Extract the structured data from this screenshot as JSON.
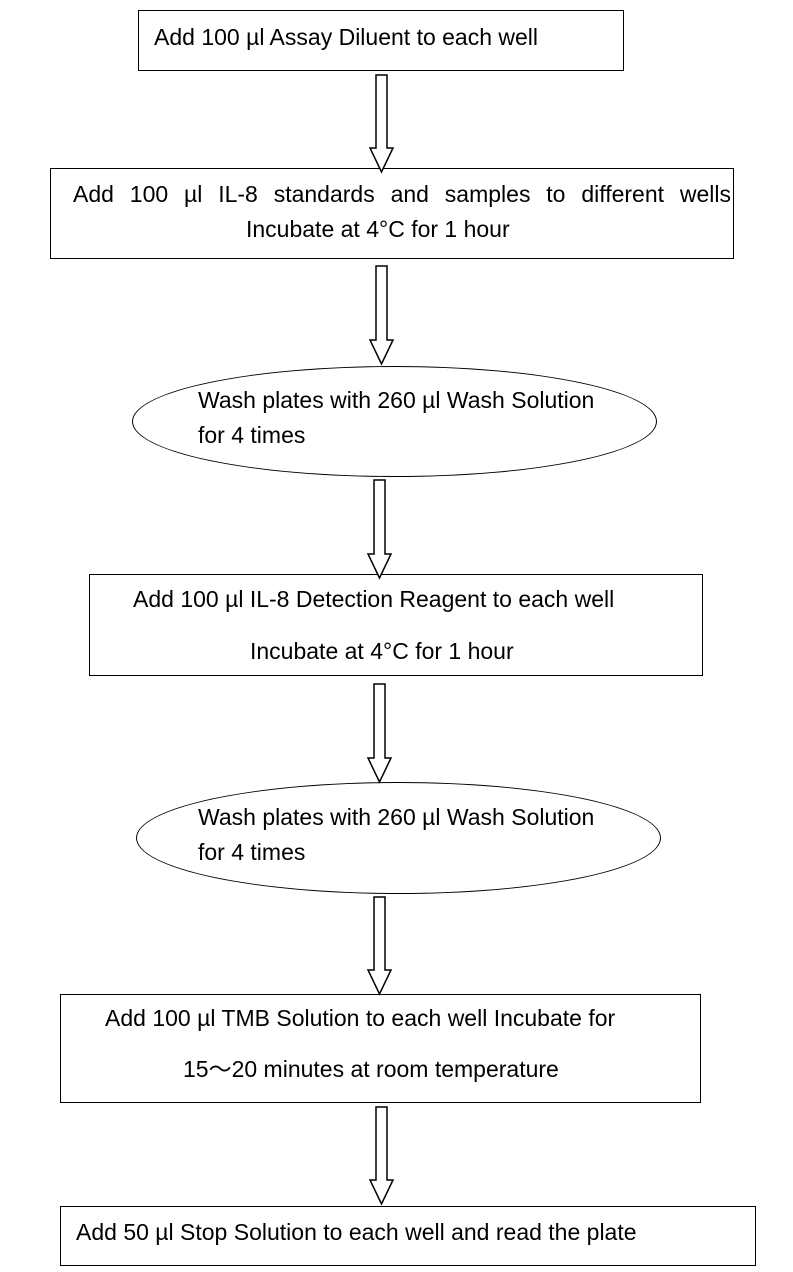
{
  "steps": [
    {
      "shape": "rectangle",
      "lines": [
        "Add 100 µl Assay Diluent to each well"
      ]
    },
    {
      "shape": "rectangle",
      "lines": [
        "Add 100 µl IL-8 standards and samples to different wells",
        "Incubate at 4°C for 1 hour"
      ]
    },
    {
      "shape": "ellipse",
      "lines": [
        "Wash plates with 260 µl Wash Solution",
        "for 4 times"
      ]
    },
    {
      "shape": "rectangle",
      "lines": [
        "Add 100 µl IL-8 Detection Reagent to each well",
        "Incubate at 4°C for 1 hour"
      ]
    },
    {
      "shape": "ellipse",
      "lines": [
        "Wash plates with 260 µl Wash Solution",
        "for 4 times"
      ]
    },
    {
      "shape": "rectangle",
      "lines": [
        "Add 100 µl TMB Solution to each well Incubate for",
        "15～20 minutes at room temperature"
      ]
    },
    {
      "shape": "rectangle",
      "lines": [
        "Add 50 µl Stop Solution to each well and read the plate"
      ]
    }
  ],
  "connectors": [
    {
      "from": 1,
      "to": 2,
      "icon": "hollow-down-arrow-icon"
    },
    {
      "from": 2,
      "to": 3,
      "icon": "hollow-down-arrow-icon"
    },
    {
      "from": 3,
      "to": 4,
      "icon": "hollow-down-arrow-icon"
    },
    {
      "from": 4,
      "to": 5,
      "icon": "hollow-down-arrow-icon"
    },
    {
      "from": 5,
      "to": 6,
      "icon": "hollow-down-arrow-icon"
    },
    {
      "from": 6,
      "to": 7,
      "icon": "hollow-down-arrow-icon"
    }
  ],
  "colors": {
    "stroke": "#000000",
    "fill": "#ffffff",
    "text": "#000000"
  }
}
